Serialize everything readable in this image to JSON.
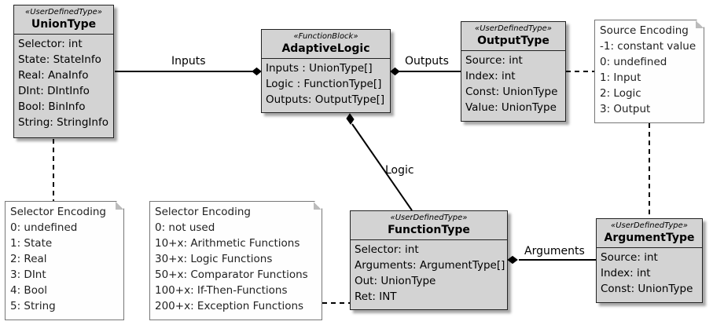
{
  "classes": {
    "union_type": {
      "stereotype": "«UserDefinedType»",
      "name": "UnionType",
      "attributes": [
        "Selector: int",
        "State: StateInfo",
        "Real: AnaInfo",
        "DInt: DIntInfo",
        "Bool: BinInfo",
        "String: StringInfo"
      ]
    },
    "adaptive_logic": {
      "stereotype": "«FunctionBlock»",
      "name": "AdaptiveLogic",
      "attributes": [
        "Inputs : UnionType[]",
        "Logic : FunctionType[]",
        "Outputs: OutputType[]"
      ]
    },
    "output_type": {
      "stereotype": "«UserDefinedType»",
      "name": "OutputType",
      "attributes": [
        "Source: int",
        "Index: int",
        "Const: UnionType",
        "Value: UnionType"
      ]
    },
    "function_type": {
      "stereotype": "«UserDefinedType»",
      "name": "FunctionType",
      "attributes": [
        "Selector: int",
        "Arguments: ArgumentType[]",
        "Out: UnionType",
        "Ret: INT"
      ]
    },
    "argument_type": {
      "stereotype": "«UserDefinedType»",
      "name": "ArgumentType",
      "attributes": [
        "Source: int",
        "Index: int",
        "Const: UnionType"
      ]
    }
  },
  "notes": {
    "source_encoding": [
      "Source Encoding",
      "-1: constant value",
      "0: undefined",
      "1: Input",
      "2: Logic",
      "3: Output"
    ],
    "selector_encoding_basic": [
      "Selector Encoding",
      "0: undefined",
      "1: State",
      "2: Real",
      "3: DInt",
      "4: Bool",
      "5: String"
    ],
    "selector_encoding_functions": [
      "Selector Encoding",
      "0: not used",
      "10+x: Arithmetic Functions",
      "30+x: Logic Functions",
      "50+x: Comparator Functions",
      "100+x: If-Then-Functions",
      "200+x: Exception Functions"
    ]
  },
  "relations": {
    "inputs_label": "Inputs",
    "outputs_label": "Outputs",
    "logic_label": "Logic",
    "arguments_label": "Arguments"
  }
}
